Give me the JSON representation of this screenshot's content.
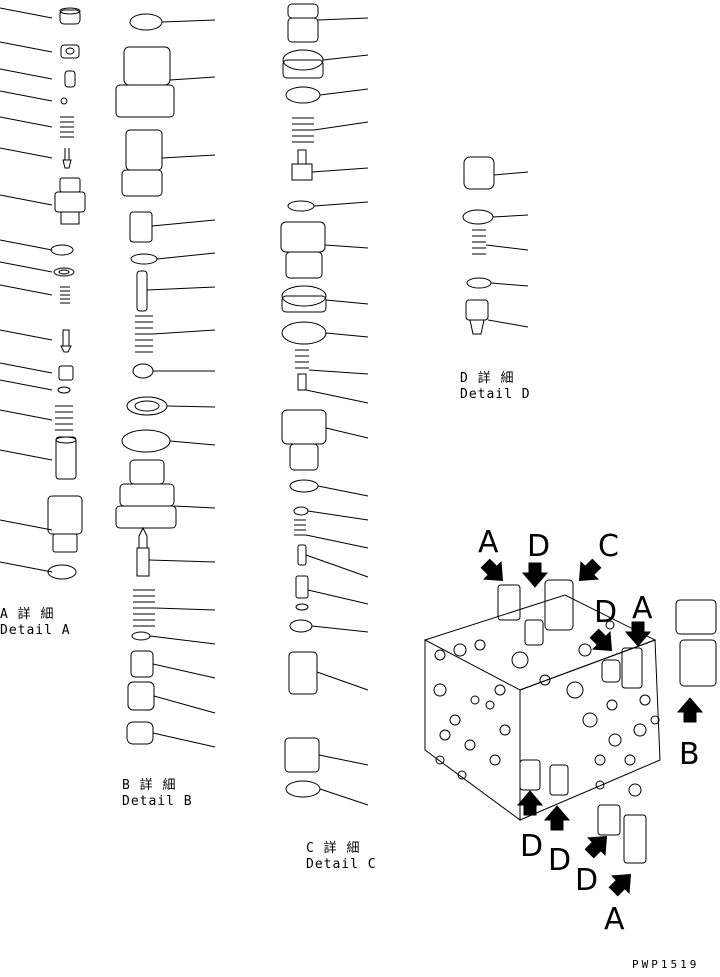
{
  "details": {
    "a": {
      "jp": "A 詳 細",
      "en": "Detail A"
    },
    "b": {
      "jp": "B 詳 細",
      "en": "Detail B"
    },
    "c": {
      "jp": "C 詳 細",
      "en": "Detail C"
    },
    "d": {
      "jp": "D 詳 細",
      "en": "Detail D"
    }
  },
  "callouts": {
    "a_top": "A",
    "d_top": "D",
    "c_top": "C",
    "d_mid": "D",
    "a_mid": "A",
    "b_right": "B",
    "d_bl1": "D",
    "d_bl2": "D",
    "d_bl3": "D",
    "a_bottom": "A"
  },
  "drawing_code": "PWP1519"
}
